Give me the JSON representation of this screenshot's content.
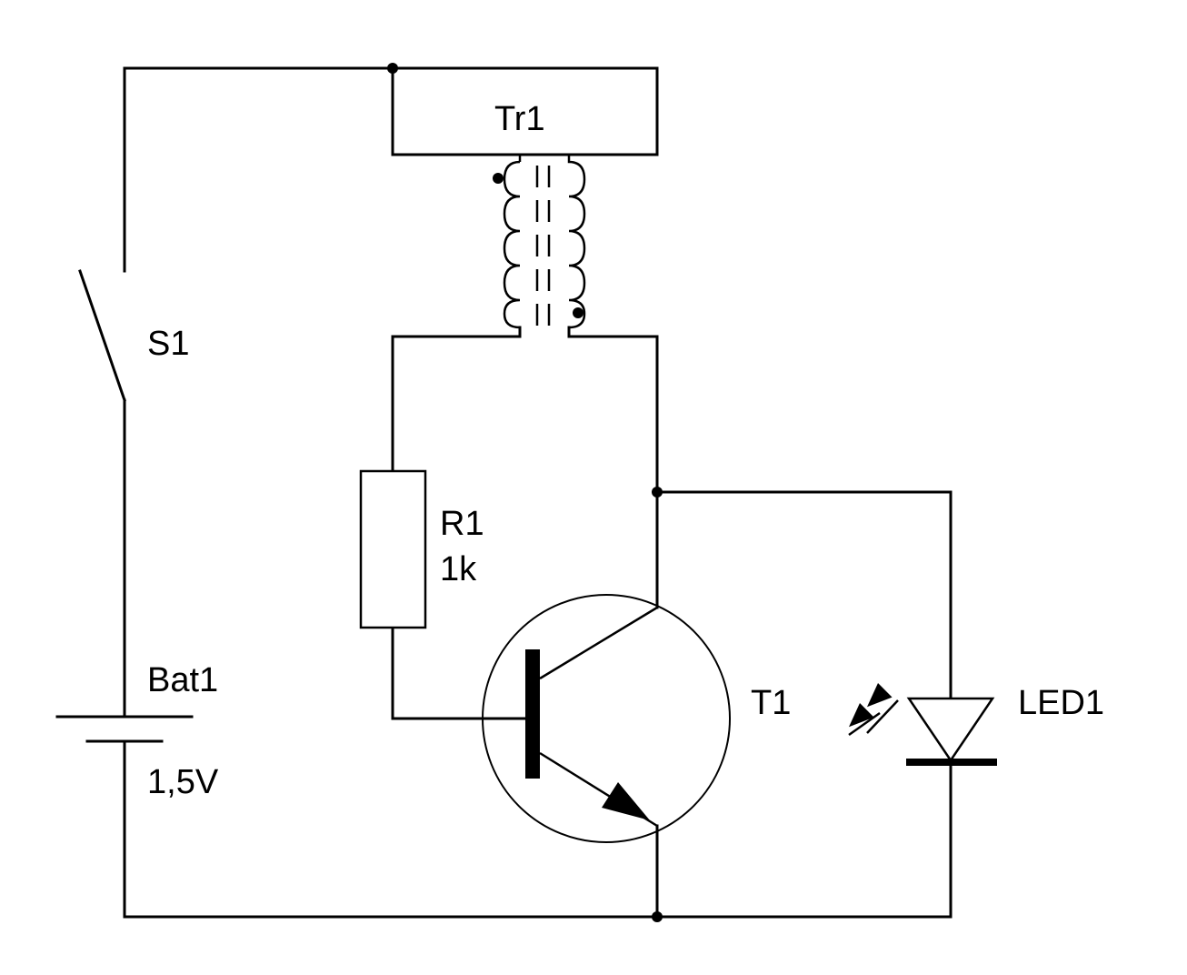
{
  "labels": {
    "switch": "S1",
    "transformer": "Tr1",
    "resistor_name": "R1",
    "resistor_value": "1k",
    "battery_name": "Bat1",
    "battery_value": "1,5V",
    "transistor": "T1",
    "led": "LED1"
  }
}
